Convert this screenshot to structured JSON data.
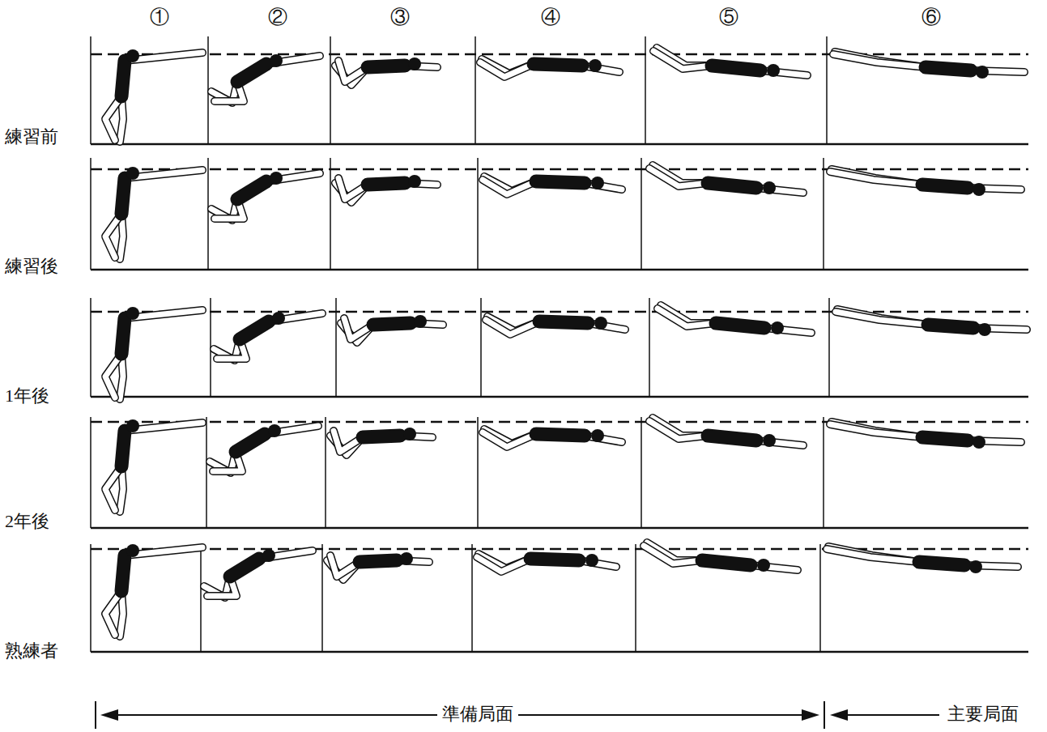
{
  "diagram": {
    "labels": [
      "①",
      "②",
      "③",
      "④",
      "⑤",
      "⑥",
      "練習前",
      "練習後",
      "1年後",
      "2年後",
      "熟練者",
      "準備局面",
      "主要局面"
    ]
  }
}
